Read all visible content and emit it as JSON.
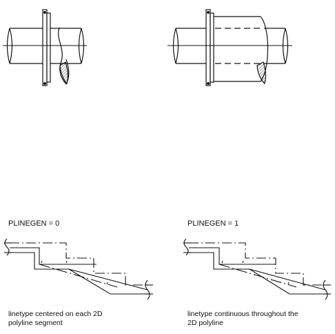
{
  "panels": [
    {
      "title": "PLINEGEN = 0",
      "caption_line1": "linetype centered on each 2D",
      "caption_line2": "polyline segment"
    },
    {
      "title": "PLINEGEN = 1",
      "caption_line1": "linetype continuous throughout the",
      "caption_line2": "2D polyline"
    }
  ]
}
